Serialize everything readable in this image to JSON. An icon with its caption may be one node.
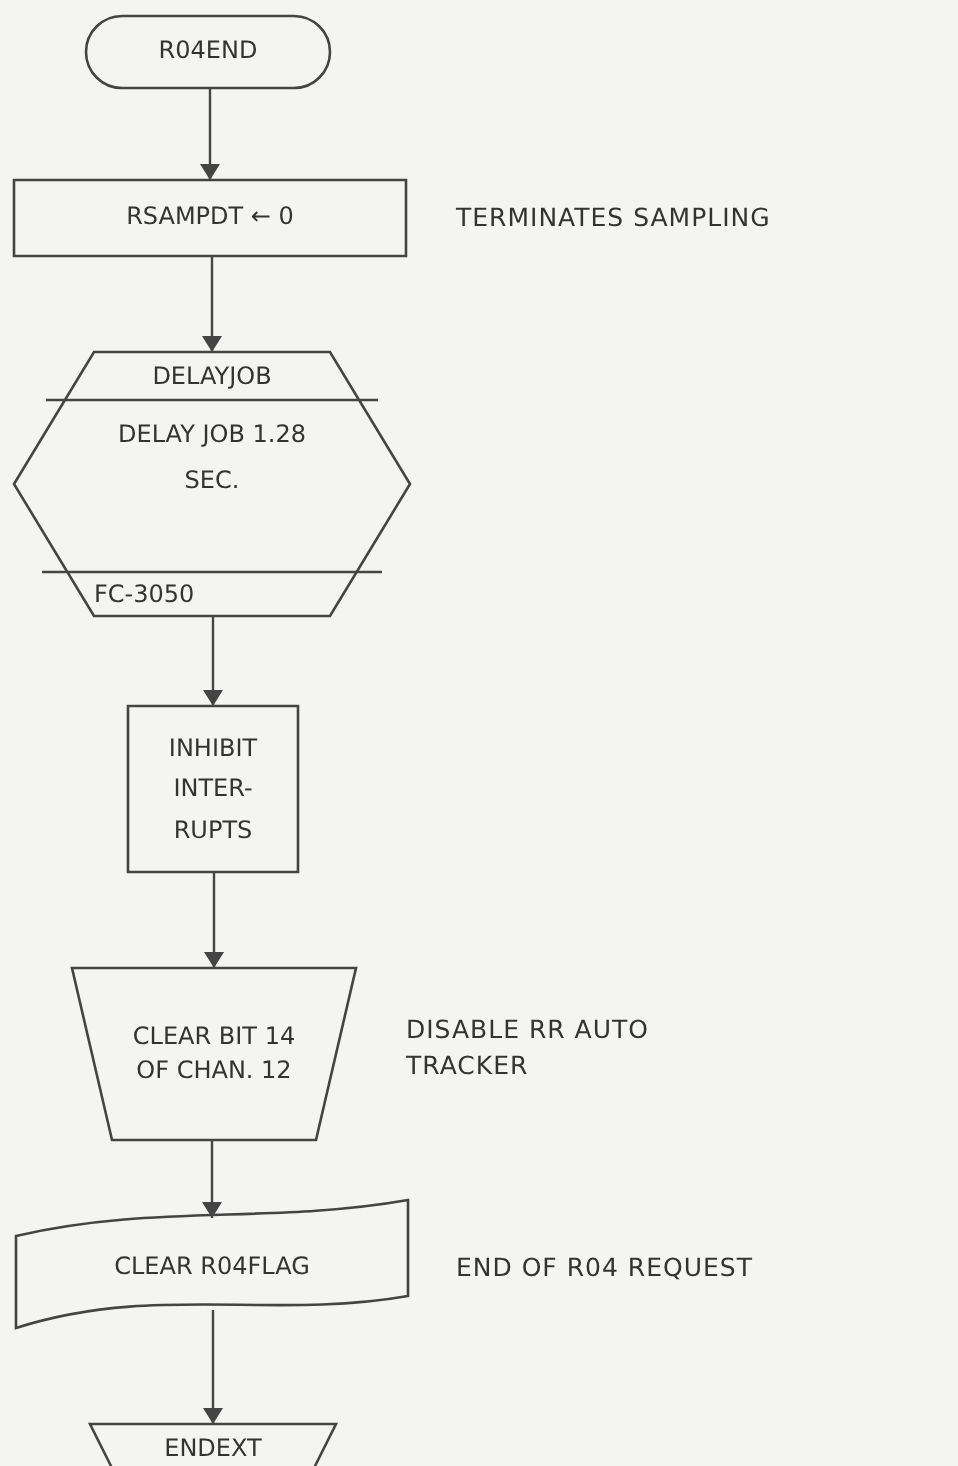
{
  "diagram": {
    "nodes": [
      {
        "text": [
          "R04END"
        ]
      },
      {
        "text": [
          "RSAMPDT ← 0"
        ],
        "beside": [
          "TERMINATES SAMPLING"
        ]
      },
      {
        "text": [
          "DELAYJOB",
          "DELAY JOB 1.28 SEC.",
          "FC-3050"
        ]
      },
      {
        "text": [
          "INHIBIT INTER- RUPTS"
        ]
      },
      {
        "text": [
          "CLEAR BIT 14 OF CHAN. 12"
        ],
        "beside": [
          "DISABLE RR AUTO TRACKER"
        ]
      },
      {
        "text": [
          "CLEAR R04FLAG"
        ],
        "beside": [
          "END OF R04 REQUEST"
        ]
      },
      {
        "text": [
          "ENDEXT"
        ]
      }
    ],
    "edges": [
      {
        "from": 0,
        "to": 1,
        "arrow": "to"
      },
      {
        "from": 1,
        "to": 2,
        "arrow": "to"
      },
      {
        "from": 2,
        "to": 3,
        "arrow": "to"
      },
      {
        "from": 3,
        "to": 4,
        "arrow": "to"
      },
      {
        "from": 4,
        "to": 5,
        "arrow": "to"
      },
      {
        "from": 5,
        "to": 6,
        "arrow": "to"
      }
    ]
  }
}
